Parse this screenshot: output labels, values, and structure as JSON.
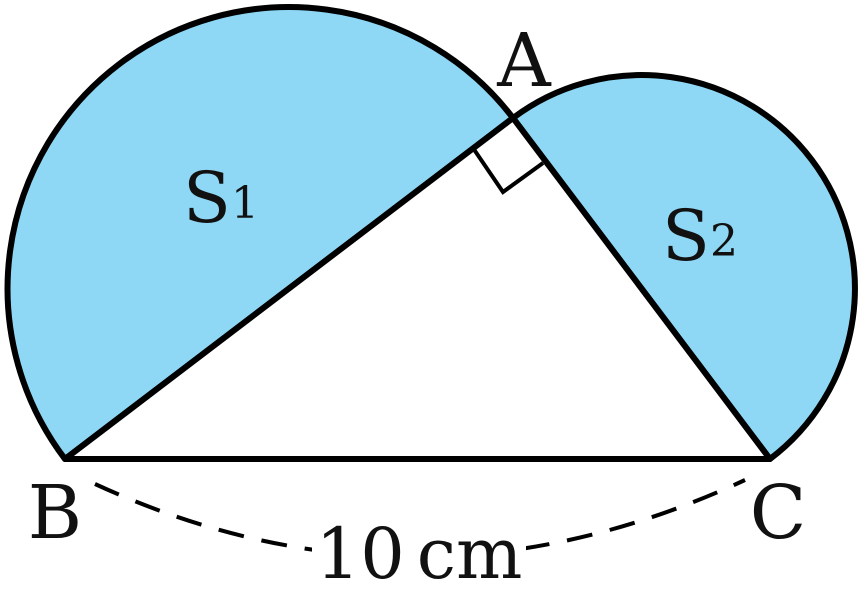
{
  "diagram": {
    "vertices": {
      "A": "A",
      "B": "B",
      "C": "C"
    },
    "regions": {
      "s1": {
        "letter": "S",
        "subscript": "1"
      },
      "s2": {
        "letter": "S",
        "subscript": "2"
      }
    },
    "dimension": {
      "value": "10",
      "unit": "cm"
    },
    "colors": {
      "fill": "#8ED8F6",
      "stroke": "#000000",
      "background": "#FFFFFF"
    }
  }
}
